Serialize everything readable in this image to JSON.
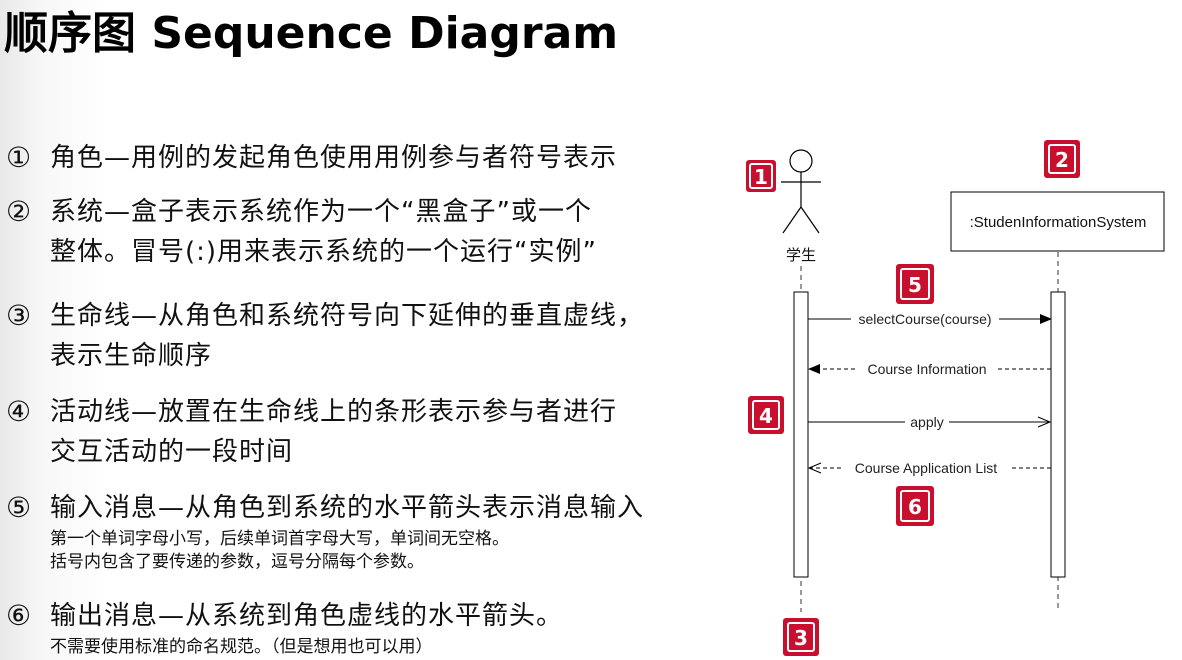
{
  "title": "顺序图 Sequence Diagram",
  "items": [
    {
      "num": "①",
      "lines": [
        "角色—用例的发起角色使用用例参与者符号表示"
      ],
      "subs": []
    },
    {
      "num": "②",
      "lines": [
        "系统—盒子表示系统作为一个“黑盒子”或一个",
        "整体。冒号(:)用来表示系统的一个运行“实例”"
      ],
      "subs": []
    },
    {
      "num": "③",
      "lines": [
        "生命线—从角色和系统符号向下延伸的垂直虚线，",
        "表示生命顺序"
      ],
      "subs": []
    },
    {
      "num": "④",
      "lines": [
        "活动线—放置在生命线上的条形表示参与者进行",
        "交互活动的一段时间"
      ],
      "subs": []
    },
    {
      "num": "⑤",
      "lines": [
        "输入消息—从角色到系统的水平箭头表示消息输入"
      ],
      "subs": [
        "第一个单词字母小写，后续单词首字母大写，单词间无空格。",
        "括号内包含了要传递的参数，逗号分隔每个参数。"
      ]
    },
    {
      "num": "⑥",
      "lines": [
        "输出消息—从系统到角色虚线的水平箭头。"
      ],
      "subs": [
        "不需要使用标准的命名规范。（但是想用也可以用）"
      ]
    }
  ],
  "diagram": {
    "actor_label": "学生",
    "system_label": ":StudenInformationSystem",
    "messages": [
      {
        "label": "selectCourse(course)",
        "direction": "to-system",
        "style": "solid-filled"
      },
      {
        "label": "Course Information",
        "direction": "to-actor",
        "style": "dashed-filled"
      },
      {
        "label": "apply",
        "direction": "to-system",
        "style": "solid-open"
      },
      {
        "label": "Course Application List",
        "direction": "to-actor",
        "style": "dashed-open"
      }
    ],
    "badges": [
      "1",
      "2",
      "3",
      "4",
      "5",
      "6"
    ],
    "badge_color": "#c8102e"
  }
}
